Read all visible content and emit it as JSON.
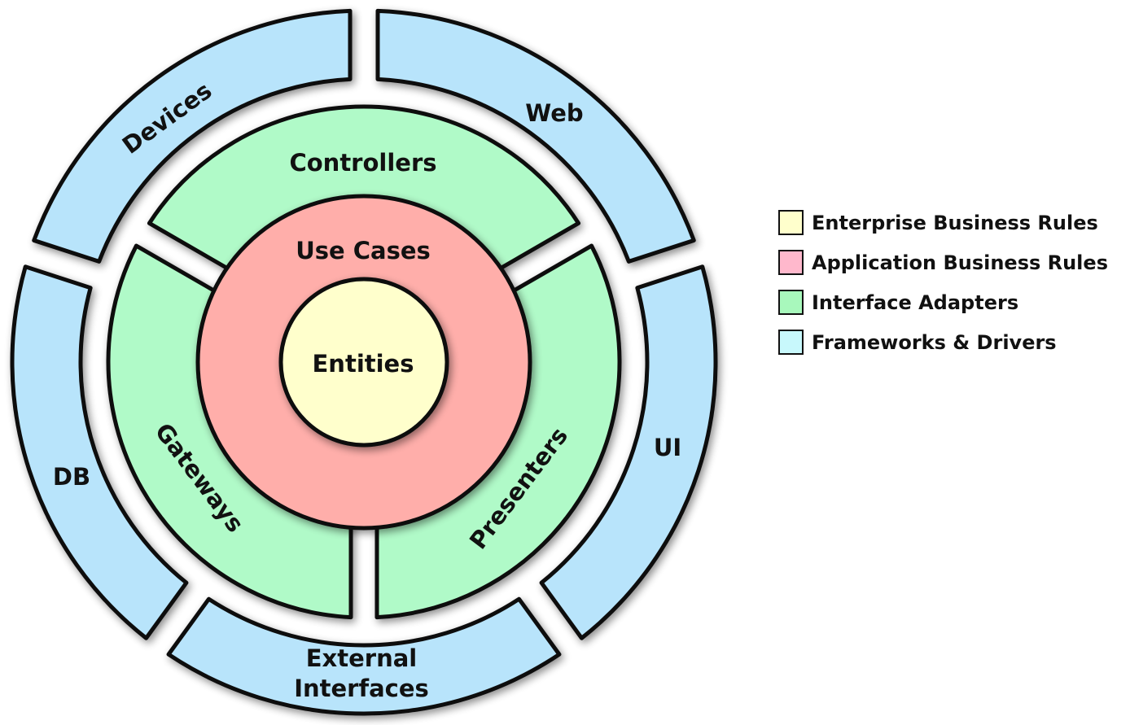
{
  "diagram": {
    "center_label": "Entities",
    "use_cases_label": "Use Cases",
    "adapters": {
      "controllers": "Controllers",
      "gateways": "Gateways",
      "presenters": "Presenters"
    },
    "frameworks": {
      "devices": "Devices",
      "web": "Web",
      "ui": "UI",
      "external_interfaces_line1": "External",
      "external_interfaces_line2": "Interfaces",
      "db": "DB"
    },
    "colors": {
      "entities": "#ffffcc",
      "use_cases": "#ffaeaa",
      "interface_adapters": "#b0fac8",
      "frameworks_drivers": "#b8e4fb",
      "outline": "#111111"
    }
  },
  "legend": {
    "items": [
      {
        "label": "Enterprise Business Rules",
        "color": "#ffffcc"
      },
      {
        "label": "Application Business Rules",
        "color": "#ffb8cc"
      },
      {
        "label": "Interface Adapters",
        "color": "#a8f8bc"
      },
      {
        "label": "Frameworks & Drivers",
        "color": "#c8f8fc"
      }
    ]
  }
}
